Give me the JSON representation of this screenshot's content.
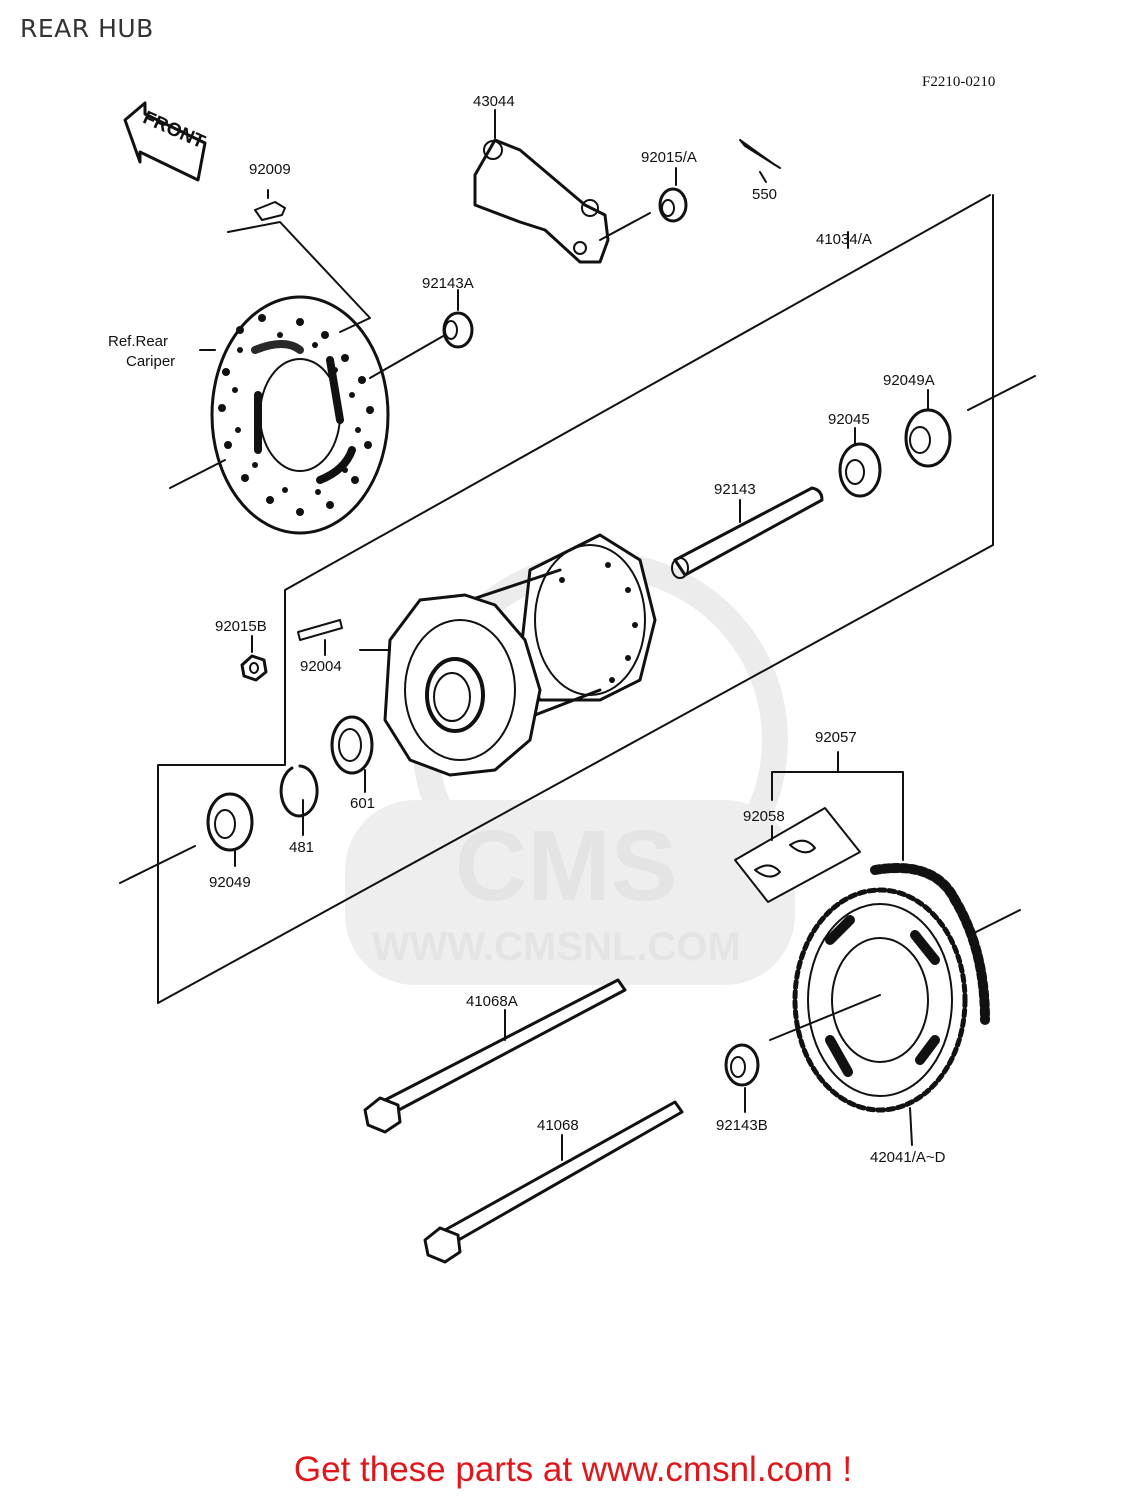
{
  "header": {
    "title": "REAR HUB",
    "diagram_code": "F2210-0210"
  },
  "watermark": {
    "brand": "CMS",
    "url": "WWW.CMSNL.COM"
  },
  "direction_arrow": {
    "label": "FRONT"
  },
  "callouts": {
    "c43044": "43044",
    "c92009": "92009",
    "c92015a": "92015/A",
    "c550": "550",
    "c41034a": "41034/A",
    "c92143a": "92143A",
    "ref_rear_line1": "Ref.Rear",
    "ref_rear_line2": "Cariper",
    "c92049a": "92049A",
    "c92045": "92045",
    "c92143": "92143",
    "c92015b": "92015B",
    "c92004": "92004",
    "c601": "601",
    "c481": "481",
    "c92049": "92049",
    "c92057": "92057",
    "c92058": "92058",
    "c41068a": "41068A",
    "c41068": "41068",
    "c92143b": "92143B",
    "c42041": "42041/A~D"
  },
  "footer": {
    "cta": "Get these parts at www.cmsnl.com !"
  },
  "colors": {
    "ink": "#111111",
    "cta": "#e0161b",
    "watermark": "#e4e4e4"
  }
}
